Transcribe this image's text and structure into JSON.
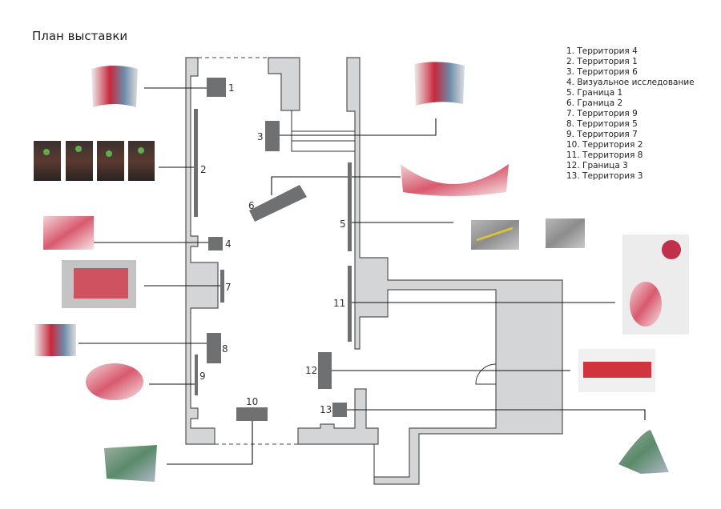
{
  "title": "План выставки",
  "legend": [
    "1. Территория 4",
    "2. Территория 1",
    "3. Территория 6",
    "4. Визуальное исследование",
    "5. Граница 1",
    "6. Граница 2",
    "7. Территория 9",
    "8. Территория 5",
    "9. Территория 7",
    "10. Территория 2",
    "11. Территория 8",
    "12. Граница 3",
    "13. Территория 3"
  ],
  "markers": [
    "1",
    "2",
    "3",
    "4",
    "5",
    "6",
    "7",
    "8",
    "9",
    "10",
    "11",
    "12",
    "13"
  ],
  "colors": {
    "wall_fill": "#d4d5d7",
    "exhibit": "#6f7072",
    "line": "#111111"
  }
}
